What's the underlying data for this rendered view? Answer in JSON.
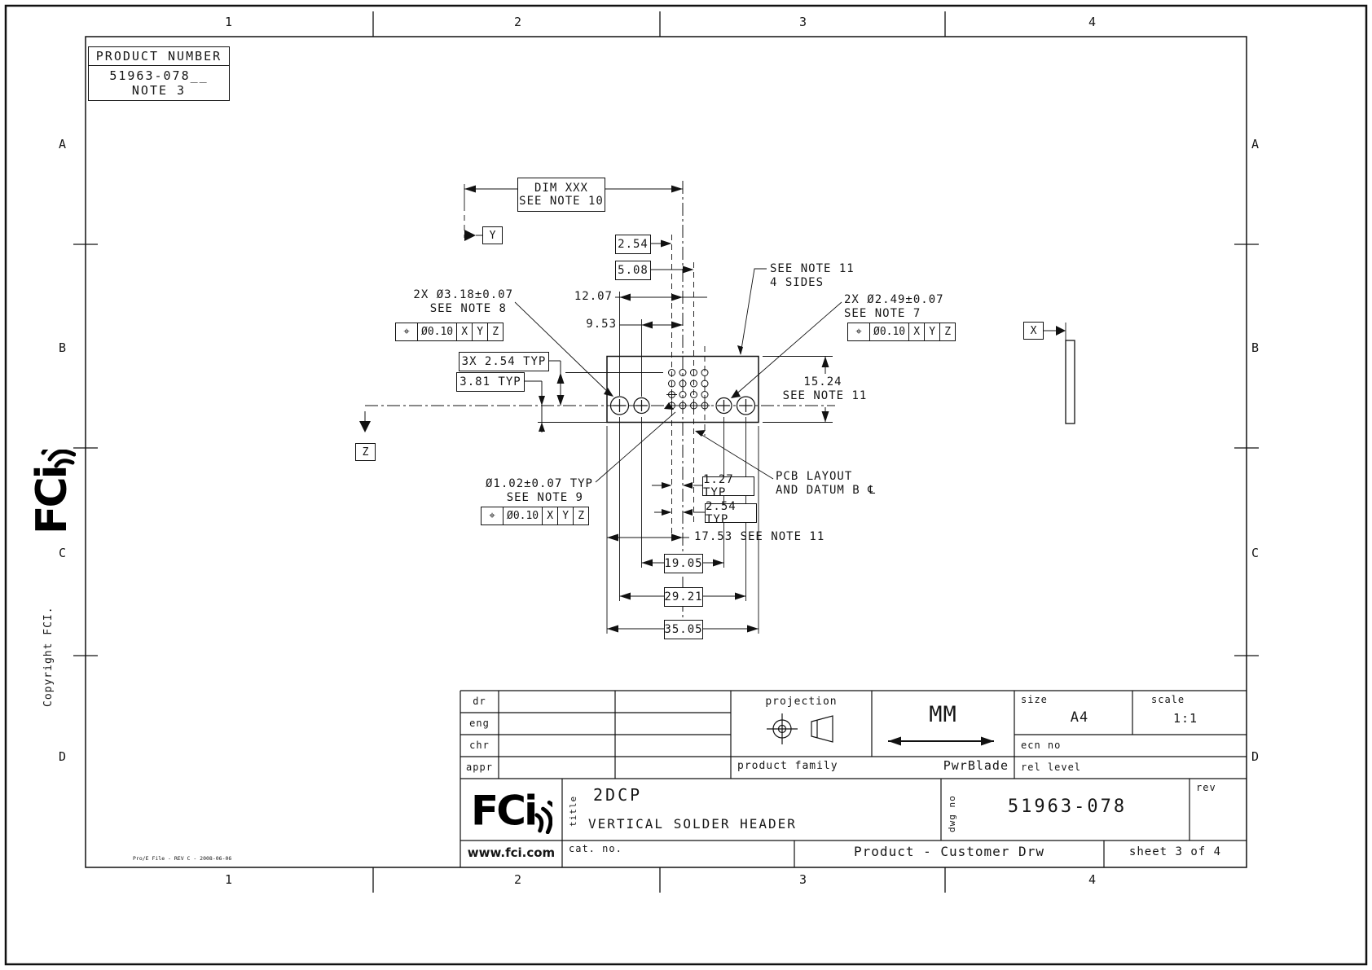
{
  "product_box": {
    "header": "PRODUCT NUMBER",
    "number": "51963-078__",
    "note": "NOTE 3"
  },
  "margin": {
    "logo": "FCi",
    "copyright": "Copyright FCI.",
    "footnote": "Pro/E File - REV C - 2008-06-06"
  },
  "zones": {
    "cols": [
      "1",
      "2",
      "3",
      "4"
    ],
    "rows": [
      "A",
      "B",
      "C",
      "D"
    ]
  },
  "dims": {
    "dim_xxx": [
      "DIM XXX",
      "SEE NOTE 10"
    ],
    "d254": "2.54",
    "d508": "5.08",
    "d1207": "12.07",
    "d953": "9.53",
    "note8": [
      "2X Ø3.18±0.07",
      "SEE NOTE 8"
    ],
    "note7": [
      "2X Ø2.49±0.07",
      "SEE NOTE 7"
    ],
    "note11_4s": [
      "SEE NOTE 11",
      "4 SIDES"
    ],
    "typ_3x254": "3X 2.54 TYP",
    "typ_381": "3.81 TYP",
    "d1524": "15.24",
    "d1524_note": "SEE NOTE 11",
    "note9": [
      "Ø1.02±0.07 TYP",
      "SEE NOTE 9"
    ],
    "pcb": [
      "PCB LAYOUT",
      "AND DATUM B ℄"
    ],
    "typ_127": "1.27 TYP",
    "typ_254": "2.54 TYP",
    "d1753": "17.53 SEE NOTE 11",
    "d1905": "19.05",
    "d2921": "29.21",
    "d3505": "35.05",
    "datum_x": "X",
    "datum_y": "Y",
    "datum_z": "Z",
    "fcf": {
      "sym": "⌖",
      "tol": "Ø0.10",
      "d1": "X",
      "d2": "Y",
      "d3": "Z"
    }
  },
  "title_block": {
    "approvals": [
      "dr",
      "eng",
      "chr",
      "appr"
    ],
    "projection_label": "projection",
    "units": "MM",
    "size_label": "size",
    "size_value": "A4",
    "scale_label": "scale",
    "scale_value": "1:1",
    "ecn_label": "ecn no",
    "rel_label": "rel level",
    "family_label": "product family",
    "family_value": "PwrBlade",
    "title_label": "title",
    "title1": "2DCP",
    "title2": "VERTICAL SOLDER HEADER",
    "dwg_label": "dwg no",
    "dwg_value": "51963-078",
    "rev_label": "rev",
    "website": "www.fci.com",
    "cat_label": "cat. no.",
    "doc_type": "Product - Customer Drw",
    "sheet": "sheet 3 of 4"
  }
}
